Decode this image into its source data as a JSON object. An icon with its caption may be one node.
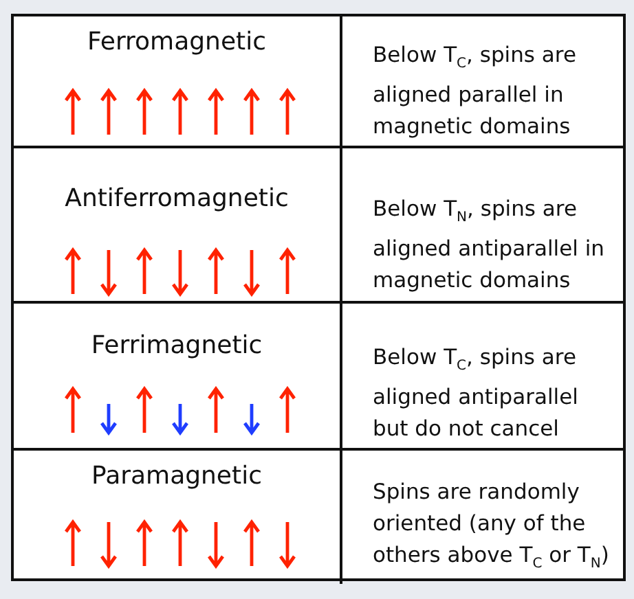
{
  "diagram": {
    "labels": [
      "Ferromagnetic",
      "Below T$_{C}$, spins are aligned parallel in magnetic domains",
      "Antiferromagnetic",
      "Below T$_{N}$, spins are aligned antiparallel in magnetic domains",
      "Ferrimagnetic",
      "Below T$_{C}$, spins are aligned antiparallel but do not cancel",
      "Paramagnetic",
      "Spins are randomly oriented (any of the others above T$_{C}$ or T$_{N}$)"
    ]
  }
}
